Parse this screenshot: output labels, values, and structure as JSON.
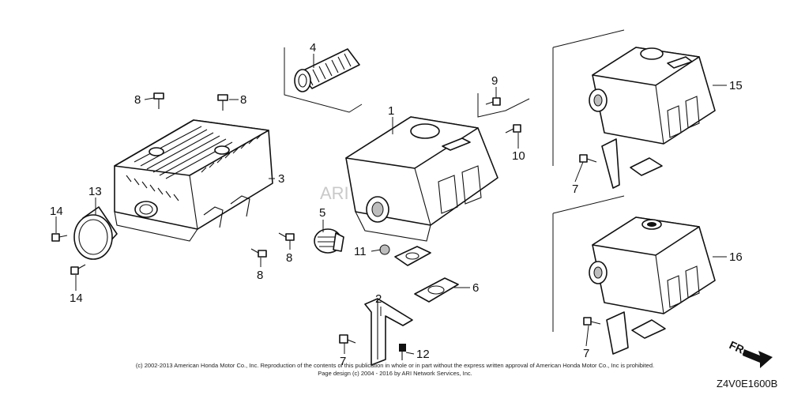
{
  "diagram": {
    "watermark": "ARI PartStream™",
    "copyright_line1": "(c) 2002-2013 American Honda Motor Co., Inc. Reproduction of the contents of this publication in whole or in part without the express written approval of American Honda Motor Co., Inc is prohibited.",
    "copyright_line2": "Page design (c) 2004 - 2016 by ARI Network Services, Inc.",
    "diagram_code": "Z4V0E1600B",
    "direction_label": "FR.",
    "callouts": [
      {
        "id": "c1",
        "label": "1"
      },
      {
        "id": "c2",
        "label": "2"
      },
      {
        "id": "c3",
        "label": "3"
      },
      {
        "id": "c4",
        "label": "4"
      },
      {
        "id": "c5",
        "label": "5"
      },
      {
        "id": "c6",
        "label": "6"
      },
      {
        "id": "c7a",
        "label": "7"
      },
      {
        "id": "c7b",
        "label": "7"
      },
      {
        "id": "c7c",
        "label": "7"
      },
      {
        "id": "c8a",
        "label": "8"
      },
      {
        "id": "c8b",
        "label": "8"
      },
      {
        "id": "c8c",
        "label": "8"
      },
      {
        "id": "c8d",
        "label": "8"
      },
      {
        "id": "c9",
        "label": "9"
      },
      {
        "id": "c10",
        "label": "10"
      },
      {
        "id": "c11",
        "label": "11"
      },
      {
        "id": "c12",
        "label": "12"
      },
      {
        "id": "c13",
        "label": "13"
      },
      {
        "id": "c14a",
        "label": "14"
      },
      {
        "id": "c14b",
        "label": "14"
      },
      {
        "id": "c15",
        "label": "15"
      },
      {
        "id": "c16",
        "label": "16"
      }
    ]
  }
}
